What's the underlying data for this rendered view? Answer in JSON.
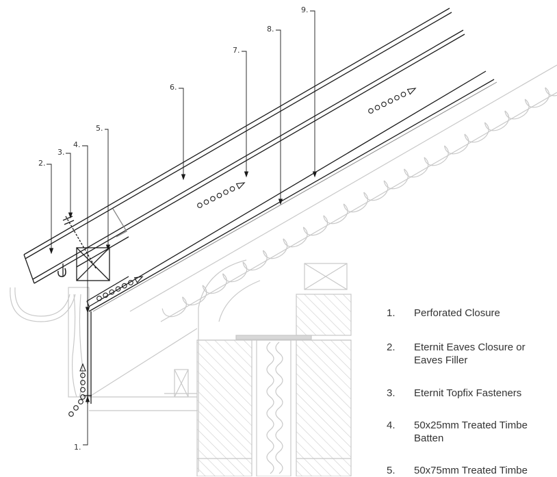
{
  "callouts": [
    "1.",
    "2.",
    "3.",
    "4.",
    "5.",
    "6.",
    "7.",
    "8.",
    "9."
  ],
  "legend": [
    {
      "num": "1.",
      "text": "Perforated Closure"
    },
    {
      "num": "2.",
      "text": "Eternit Eaves Closure or\nEaves Filler"
    },
    {
      "num": "3.",
      "text": "Eternit Topfix Fasteners"
    },
    {
      "num": "4.",
      "text": "50x25mm Treated Timbe\nBatten"
    },
    {
      "num": "5.",
      "text": "50x75mm Treated Timbe"
    }
  ],
  "colors": {
    "line": "#1a1a1a",
    "background_lines": "#c8c8c8",
    "text": "#333333"
  }
}
